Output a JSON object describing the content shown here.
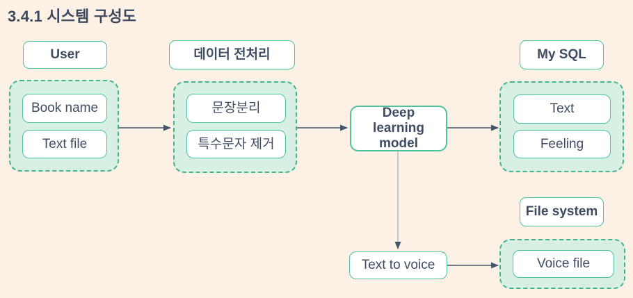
{
  "title": "3.4.1 시스템 구성도",
  "colors": {
    "background": "#fdf1e5",
    "container_fill": "#d8efe4",
    "container_dashed_border": "#45b38c",
    "box_border": "#4cc39a",
    "text": "#3f4d63",
    "arrow": "#44546a",
    "vertical_connector_line": "#a6abb4"
  },
  "nodes": {
    "user_label": "User",
    "book_name": "Book name",
    "text_file": "Text file",
    "preprocessing_label": "데이터 전처리",
    "sentence_split": "문장분리",
    "special_char_remove": "특수문자 제거",
    "deep_learning_model": "Deep learning model",
    "mysql_label": "My SQL",
    "text": "Text",
    "feeling": "Feeling",
    "file_system_label": "File system",
    "text_to_voice": "Text to voice",
    "voice_file": "Voice file"
  }
}
